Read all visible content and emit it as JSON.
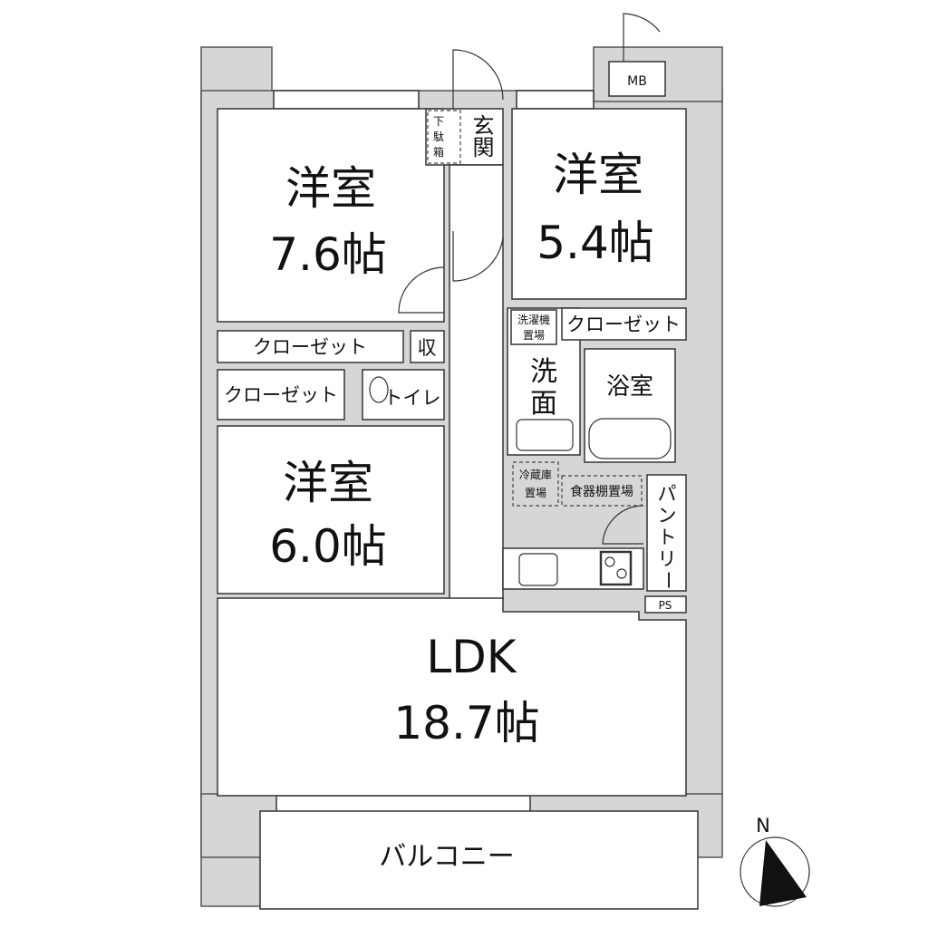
{
  "rooms": {
    "western_1": {
      "name": "洋室",
      "size": "7.6帖"
    },
    "western_2": {
      "name": "洋室",
      "size": "5.4帖"
    },
    "western_3": {
      "name": "洋室",
      "size": "6.0帖"
    },
    "ldk": {
      "name": "LDK",
      "size": "18.7帖"
    },
    "entrance": "玄関",
    "shoe_box": [
      "下",
      "駄",
      "箱"
    ],
    "closet_1": "クローゼット",
    "closet_2": "クローゼット",
    "closet_3": "クローゼット",
    "storage": "収",
    "toilet": "トイレ",
    "washroom": [
      "洗",
      "面"
    ],
    "washer": [
      "洗濯機",
      "置場"
    ],
    "bath": "浴室",
    "fridge": [
      "冷蔵庫",
      "置場"
    ],
    "cupboard": "食器棚置場",
    "pantry": [
      "パ",
      "ン",
      "ト",
      "リ",
      "ー"
    ],
    "ps": "PS",
    "mb": "MB",
    "balcony": "バルコニー"
  },
  "compass": {
    "label": "N"
  }
}
